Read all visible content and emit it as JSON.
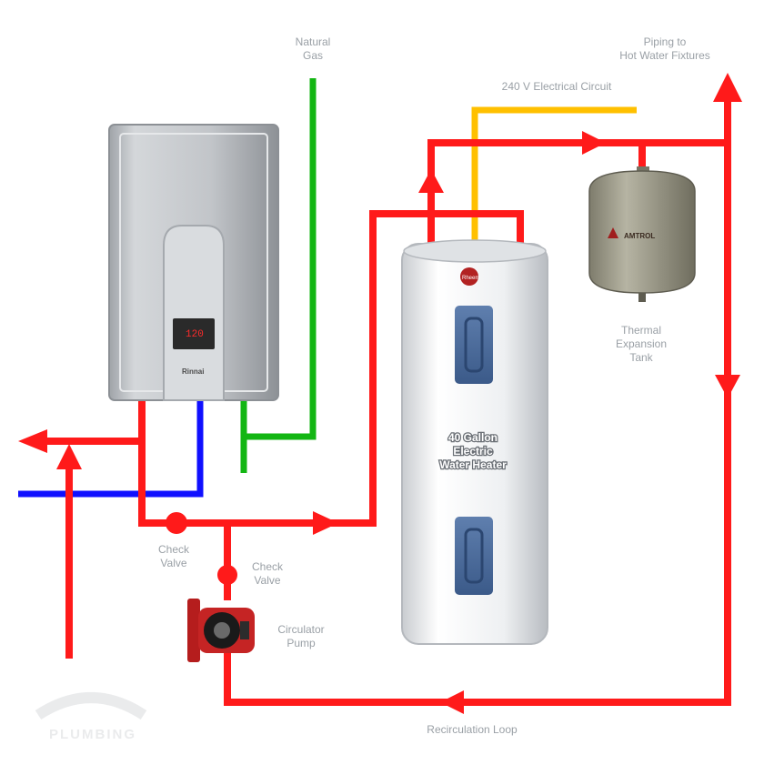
{
  "labels": {
    "natural_gas_1": "Natural",
    "natural_gas_2": "Gas",
    "piping_1": "Piping to",
    "piping_2": "Hot Water Fixtures",
    "electrical": "240 V Electrical Circuit",
    "thermal_1": "Thermal",
    "thermal_2": "Expansion",
    "thermal_3": "Tank",
    "heater_1": "40 Gallon",
    "heater_2": "Electric",
    "heater_3": "Water Heater",
    "check_valve_a_1": "Check",
    "check_valve_a_2": "Valve",
    "check_valve_b_1": "Check",
    "check_valve_b_2": "Valve",
    "pump_1": "Circulator",
    "pump_2": "Pump",
    "recirc": "Recirculation Loop"
  },
  "devices": {
    "tankless_display": "120",
    "tankless_brand": "Rinnai",
    "tank_brand": "Rheem",
    "expansion_brand": "AMTROL",
    "logo_text": "PLUMBING"
  },
  "colors": {
    "hot": "#ff1a1a",
    "cold": "#1010ff",
    "gas": "#13b613",
    "electric": "#ffc000"
  }
}
